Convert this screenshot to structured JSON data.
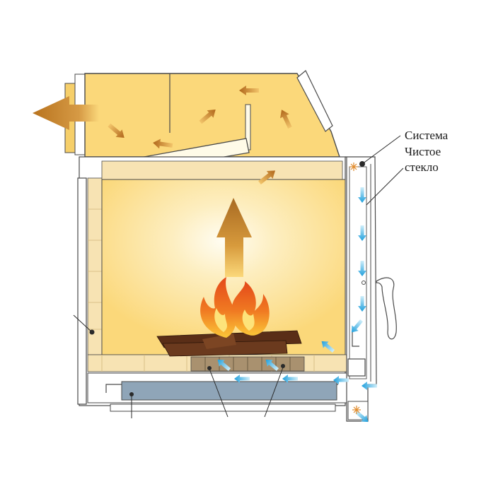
{
  "labels": {
    "line1": "Система",
    "line2": "Чистое",
    "line3": "стекло"
  },
  "colors": {
    "fill_yellow": "#fbd87a",
    "hot_center": "#fffdf2",
    "brick": "#f7e3b3",
    "outline": "#4a4a4a",
    "ash_pan": "#8fa5b8",
    "hot_air_arrow": "#b8731e",
    "cold_air_arrow": "#2aa8e0",
    "flame_red": "#e4481a",
    "flame_yellow": "#fbc638",
    "log": "#5a2e17"
  },
  "icons": {
    "spark": "spark-icon",
    "hot_arrow": "hot-air-arrow-icon",
    "cold_arrow": "cold-air-arrow-icon"
  }
}
